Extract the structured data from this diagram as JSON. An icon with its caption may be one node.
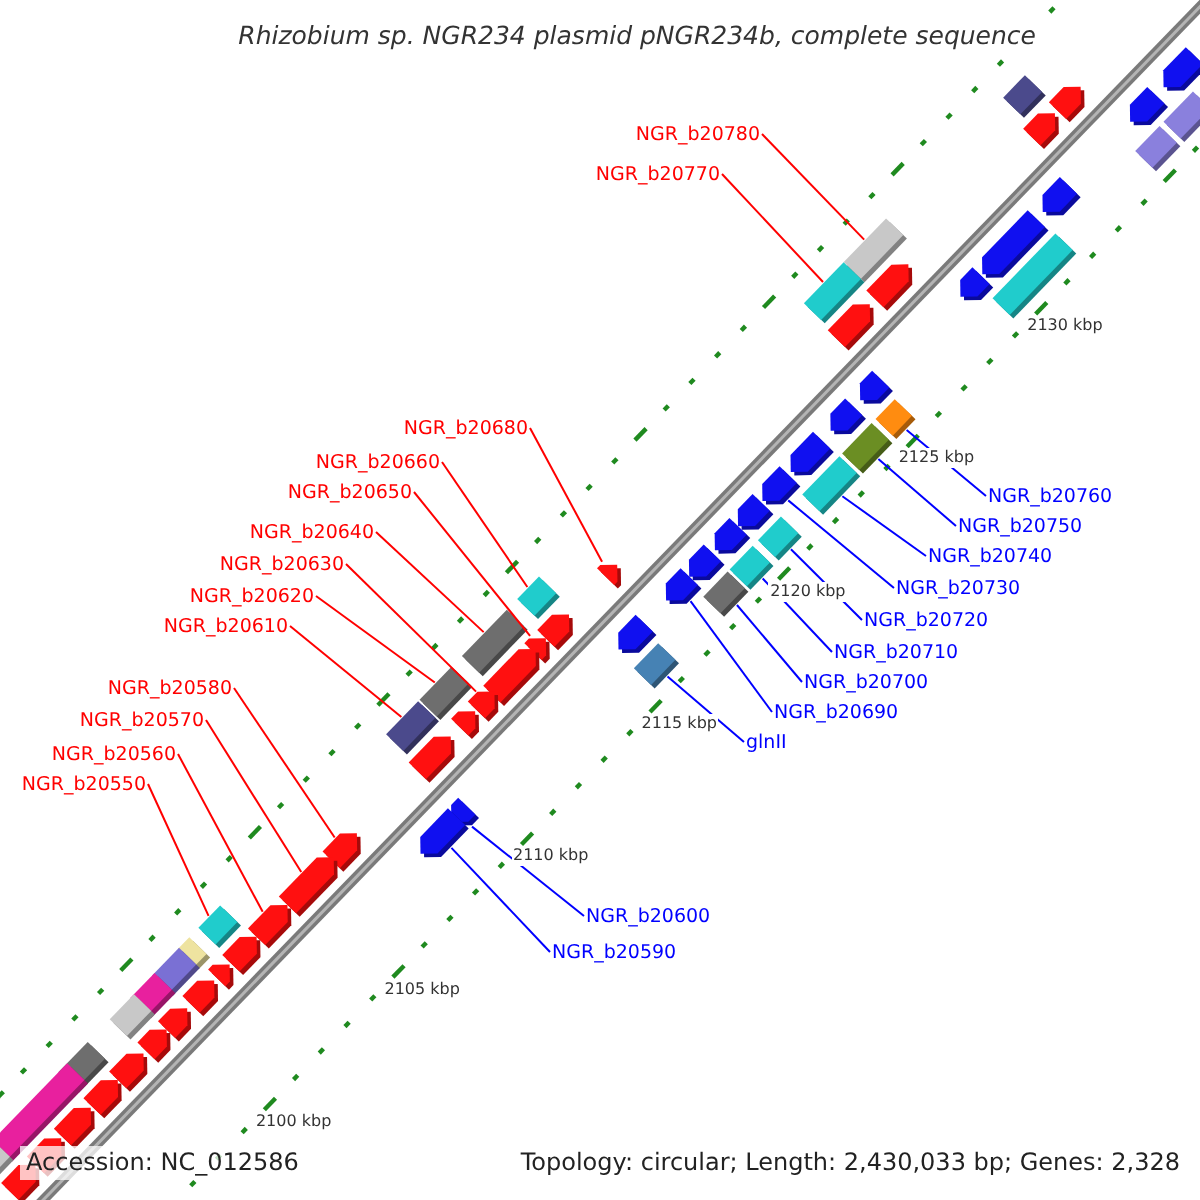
{
  "diagram": {
    "title": "Rhizobium sp. NGR234 plasmid pNGR234b, complete sequence",
    "nodes": [
      {
        "text": [
          "NGR_b20780"
        ]
      },
      {
        "text": [
          "NGR_b20770"
        ]
      },
      {
        "text": [
          "NGR_b20680"
        ]
      },
      {
        "text": [
          "NGR_b20660"
        ]
      },
      {
        "text": [
          "NGR_b20650"
        ]
      },
      {
        "text": [
          "NGR_b20640"
        ]
      },
      {
        "text": [
          "NGR_b20630"
        ]
      },
      {
        "text": [
          "NGR_b20620"
        ]
      },
      {
        "text": [
          "NGR_b20610"
        ]
      },
      {
        "text": [
          "NGR_b20580"
        ]
      },
      {
        "text": [
          "NGR_b20570"
        ]
      },
      {
        "text": [
          "NGR_b20560"
        ]
      },
      {
        "text": [
          "NGR_b20550"
        ]
      },
      {
        "text": [
          "NGR_b20760"
        ]
      },
      {
        "text": [
          "NGR_b20750"
        ]
      },
      {
        "text": [
          "NGR_b20740"
        ]
      },
      {
        "text": [
          "NGR_b20730"
        ]
      },
      {
        "text": [
          "NGR_b20720"
        ]
      },
      {
        "text": [
          "NGR_b20710"
        ]
      },
      {
        "text": [
          "NGR_b20700"
        ]
      },
      {
        "text": [
          "NGR_b20690"
        ]
      },
      {
        "text": [
          "glnII"
        ]
      },
      {
        "text": [
          "NGR_b20600"
        ]
      },
      {
        "text": [
          "NGR_b20590"
        ]
      },
      {
        "text": [],
        "shape": "arrow"
      },
      {
        "text": [],
        "shape": "box"
      },
      {
        "text": [],
        "shape": "arrow"
      },
      {
        "text": [],
        "shape": "box"
      },
      {
        "text": [],
        "shape": "arrow"
      },
      {
        "text": [],
        "shape": "box"
      },
      {
        "text": [],
        "shape": "arrow"
      },
      {
        "text": [],
        "shape": "arrow"
      },
      {
        "text": [],
        "shape": "arrow"
      },
      {
        "text": [],
        "shape": "box"
      },
      {
        "text": [],
        "shape": "arrow"
      },
      {
        "text": [],
        "shape": "box"
      },
      {
        "text": [],
        "shape": "arrow"
      },
      {
        "text": [],
        "shape": "box"
      },
      {
        "text": [],
        "shape": "arrow"
      },
      {
        "text": [],
        "shape": "arrow"
      },
      {
        "text": [],
        "shape": "box"
      },
      {
        "text": [],
        "shape": "arrow"
      },
      {
        "text": [],
        "shape": "box"
      },
      {
        "text": [],
        "shape": "arrow"
      },
      {
        "text": [],
        "shape": "box"
      },
      {
        "text": [],
        "shape": "arrow"
      },
      {
        "text": [],
        "shape": "box"
      },
      {
        "text": [],
        "shape": "arrow"
      },
      {
        "text": [],
        "shape": "arrow"
      },
      {
        "text": [],
        "shape": "box"
      },
      {
        "text": [],
        "shape": "arrow"
      },
      {
        "text": [],
        "shape": "box"
      },
      {
        "text": [],
        "shape": "arrow"
      },
      {
        "text": [],
        "shape": "arrow"
      },
      {
        "text": [],
        "shape": "arrow"
      },
      {
        "text": [],
        "shape": "box"
      },
      {
        "text": [],
        "shape": "box"
      },
      {
        "text": [],
        "shape": "arrow"
      },
      {
        "text": [],
        "shape": "arrow"
      },
      {
        "text": [],
        "shape": "box"
      },
      {
        "text": [],
        "shape": "arrow"
      },
      {
        "text": [],
        "shape": "arrow"
      },
      {
        "text": [],
        "shape": "box"
      },
      {
        "text": [],
        "shape": "arrow"
      },
      {
        "text": [],
        "shape": "box"
      },
      {
        "text": [],
        "shape": "arrow"
      },
      {
        "text": [],
        "shape": "arrow"
      },
      {
        "text": [],
        "shape": "arrow"
      },
      {
        "text": [],
        "shape": "arrow"
      },
      {
        "text": [],
        "shape": "arrow"
      },
      {
        "text": [],
        "shape": "arrow"
      },
      {
        "text": [],
        "shape": "box"
      },
      {
        "text": [],
        "shape": "arrow"
      },
      {
        "text": [],
        "shape": "arrow"
      },
      {
        "text": [],
        "shape": "box"
      },
      {
        "text": [],
        "shape": "arrow"
      },
      {
        "text": [],
        "shape": "box"
      },
      {
        "text": [],
        "shape": "arrow"
      },
      {
        "text": [],
        "shape": "box"
      },
      {
        "text": [],
        "shape": "arrow"
      },
      {
        "text": [],
        "shape": "box"
      },
      {
        "text": [],
        "shape": "arrow"
      },
      {
        "text": [],
        "shape": "box"
      },
      {
        "text": [],
        "shape": "arrow"
      },
      {
        "text": [],
        "shape": "arrow"
      },
      {
        "text": [],
        "shape": "box"
      },
      {
        "text": [],
        "shape": "arrow"
      },
      {
        "text": [],
        "shape": "arrow"
      },
      {
        "text": [],
        "shape": "box"
      }
    ],
    "edges": [
      {
        "from": 0,
        "to": 35,
        "arrow": "none"
      },
      {
        "from": 1,
        "to": 37,
        "arrow": "none"
      },
      {
        "from": 2,
        "to": 53,
        "arrow": "none"
      },
      {
        "from": 3,
        "to": 56,
        "arrow": "none"
      },
      {
        "from": 4,
        "to": 58,
        "arrow": "none"
      },
      {
        "from": 5,
        "to": 59,
        "arrow": "none"
      },
      {
        "from": 6,
        "to": 61,
        "arrow": "none"
      },
      {
        "from": 7,
        "to": 62,
        "arrow": "none"
      },
      {
        "from": 8,
        "to": 64,
        "arrow": "none"
      },
      {
        "from": 9,
        "to": 68,
        "arrow": "none"
      },
      {
        "from": 10,
        "to": 69,
        "arrow": "none"
      },
      {
        "from": 11,
        "to": 70,
        "arrow": "none"
      },
      {
        "from": 12,
        "to": 71,
        "arrow": "none"
      },
      {
        "from": 13,
        "to": 40,
        "arrow": "none",
        "color": "#0000ff"
      },
      {
        "from": 14,
        "to": 42,
        "arrow": "none",
        "color": "#0000ff"
      },
      {
        "from": 15,
        "to": 44,
        "arrow": "none",
        "color": "#0000ff"
      },
      {
        "from": 16,
        "to": 45,
        "arrow": "none",
        "color": "#0000ff"
      },
      {
        "from": 17,
        "to": 46,
        "arrow": "none",
        "color": "#0000ff"
      },
      {
        "from": 18,
        "to": 49,
        "arrow": "none",
        "color": "#0000ff"
      },
      {
        "from": 19,
        "to": 51,
        "arrow": "none",
        "color": "#0000ff"
      },
      {
        "from": 20,
        "to": 52,
        "arrow": "none",
        "color": "#0000ff"
      },
      {
        "from": 21,
        "to": 55,
        "arrow": "none",
        "color": "#0000ff"
      },
      {
        "from": 22,
        "to": 66,
        "arrow": "none",
        "color": "#0000ff"
      },
      {
        "from": 23,
        "to": 67,
        "arrow": "none",
        "color": "#0000ff"
      }
    ],
    "labels": [
      "2130 kbp",
      "2125 kbp",
      "2120 kbp",
      "2115 kbp",
      "2110 kbp",
      "2105 kbp",
      "2100 kbp",
      "Accession: NC_012586",
      "Topology: circular; Length: 2,430,033 bp; Genes: 2,328"
    ]
  }
}
